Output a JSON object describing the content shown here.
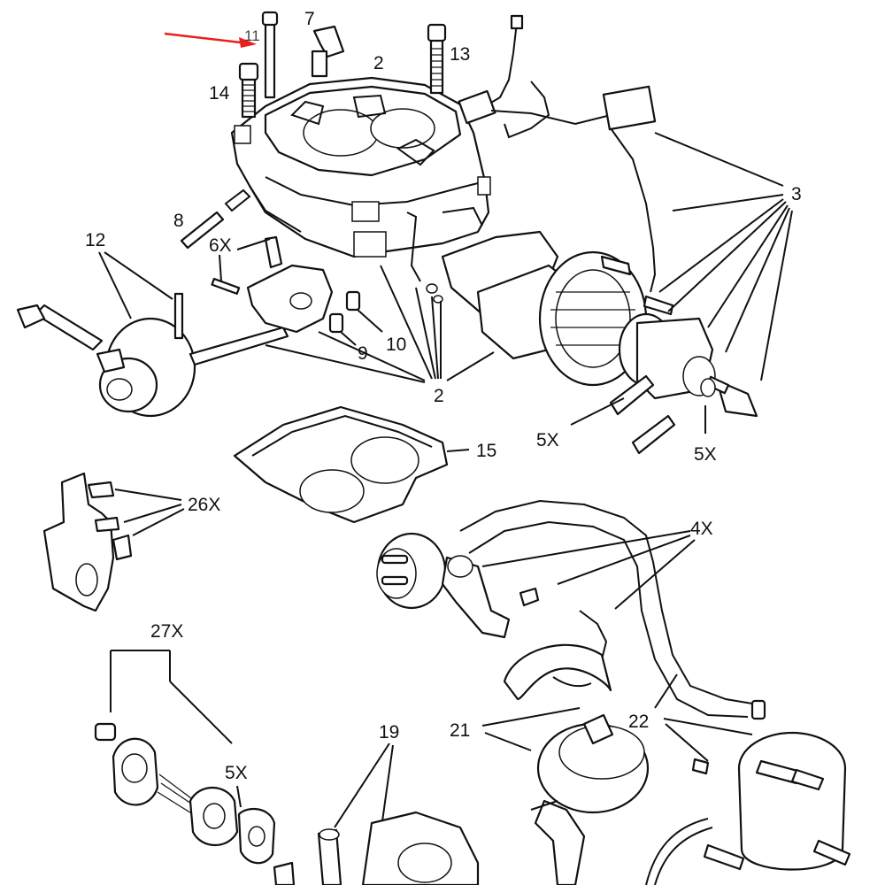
{
  "diagram": {
    "callouts": {
      "c11": "11",
      "c7": "7",
      "c2top": "2",
      "c13": "13",
      "c14": "14",
      "c3": "3",
      "c8": "8",
      "c12": "12",
      "c6x": "6X",
      "c10": "10",
      "c9": "9",
      "c2mid": "2",
      "c5x_a": "5X",
      "c5x_b": "5X",
      "c15": "15",
      "c26x": "26X",
      "c4x": "4X",
      "c27x": "27X",
      "c5x_c": "5X",
      "c19": "19",
      "c21": "21",
      "c22": "22"
    },
    "arrow_color": "#e8201c"
  }
}
